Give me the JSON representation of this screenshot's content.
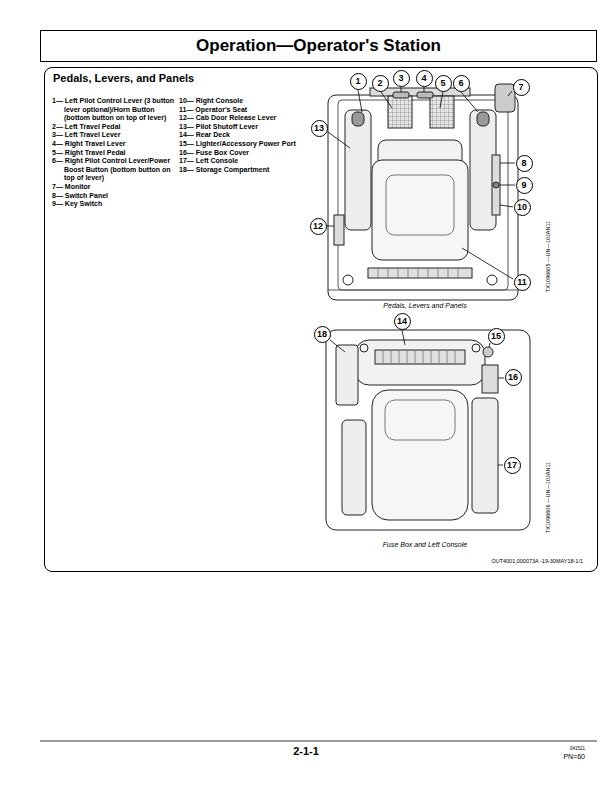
{
  "diagram": {
    "title": "Operation—Operator's Station",
    "nodes": [
      {
        "text": [
          "Pedals, Levers, and Panels"
        ]
      },
      {
        "text": [
          "1"
        ],
        "in": 0
      },
      {
        "text": [
          "2"
        ],
        "in": 0
      },
      {
        "text": [
          "3"
        ],
        "in": 0
      },
      {
        "text": [
          "4"
        ],
        "in": 0
      },
      {
        "text": [
          "5"
        ],
        "in": 0
      },
      {
        "text": [
          "6"
        ],
        "in": 0
      },
      {
        "text": [
          "7"
        ],
        "in": 0
      },
      {
        "text": [
          "13"
        ],
        "in": 0
      },
      {
        "text": [
          "8"
        ],
        "in": 0
      },
      {
        "text": [
          "9"
        ],
        "in": 0
      },
      {
        "text": [
          "10"
        ],
        "in": 0
      },
      {
        "text": [
          "12"
        ],
        "in": 0
      },
      {
        "text": [
          "11"
        ],
        "in": 0
      },
      {
        "text": [
          "18"
        ],
        "in": 0
      },
      {
        "text": [
          "14"
        ],
        "in": 0
      },
      {
        "text": [
          "15"
        ],
        "in": 0
      },
      {
        "text": [
          "16"
        ],
        "in": 0
      },
      {
        "text": [
          "17"
        ],
        "in": 0
      }
    ],
    "labels": [
      "1— Left Pilot Control Lever (3 button lever optional)/Horn Button (bottom button on top of lever)",
      "2— Left Travel Pedal",
      "3— Left Travel Lever",
      "4— Right Travel Lever",
      "5— Right Travel Pedal",
      "6— Right Pilot Control Lever/Power Boost Button (bottom button on top of lever)",
      "7— Monitor",
      "8— Switch Panel",
      "9— Key Switch",
      "10— Right Console",
      "11— Operator's Seat",
      "12— Cab Door Release Lever",
      "13— Pilot Shutoff Lever",
      "14— Rear Deck",
      "15— Lighter/Accessory Power Port",
      "16— Fuse Box Cover",
      "17— Left Console",
      "18— Storage Compartment",
      "TX1096605 —UN—10JAN11",
      "Pedals, Levers and Panels",
      "TX1096606 —UN—10JAN11",
      "Fuse Box and Left Console",
      "OUT4001,000073A -19-30MAY18-1/1",
      "2-1-1",
      "041521",
      "PN=60"
    ]
  }
}
